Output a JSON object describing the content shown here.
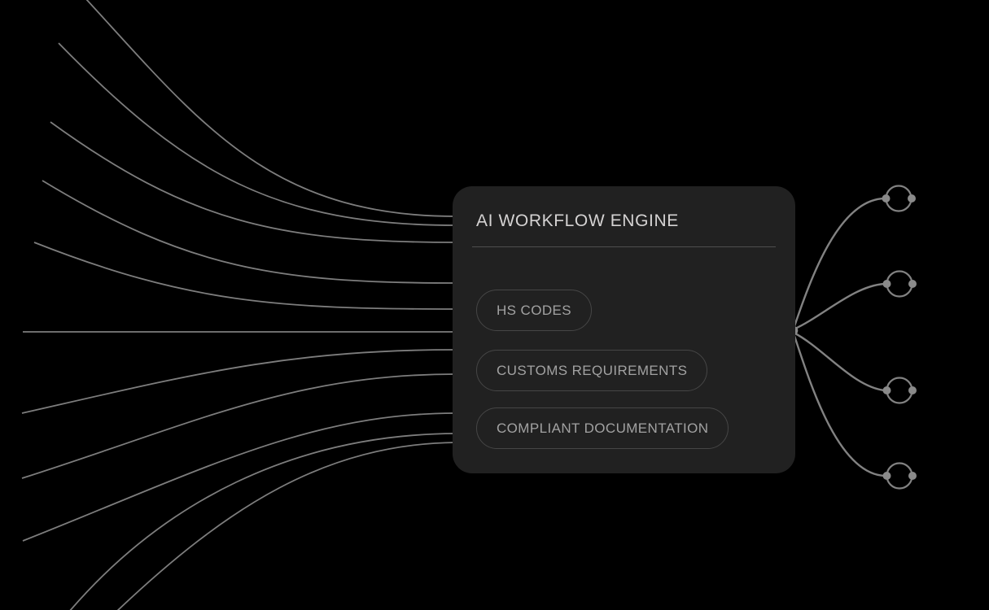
{
  "colors": {
    "background": "#000000",
    "card_bg": "#212121",
    "line": "#7d7d7d",
    "connector": "#828282",
    "node_fill": "#8a8a8a",
    "title_text": "#d5d3d3",
    "divider": "#4f4f4f",
    "pill_border": "#464646",
    "pill_text": "#a2a2a2"
  },
  "card": {
    "title": "AI WORKFLOW ENGINE",
    "pills": [
      {
        "label": "HS CODES"
      },
      {
        "label": "CUSTOMS REQUIREMENTS"
      },
      {
        "label": "COMPLIANT DOCUMENTATION"
      }
    ]
  },
  "diagram": {
    "input_line_count": 11,
    "output_node_count": 4
  }
}
